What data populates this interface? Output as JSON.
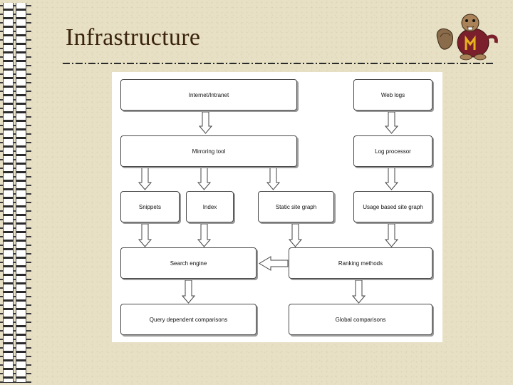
{
  "slide": {
    "title": "Infrastructure"
  },
  "diagram": {
    "nodes": {
      "internet": "Internet/Intranet",
      "weblogs": "Web logs",
      "mirroring": "Mirroring tool",
      "logproc": "Log processor",
      "snippets": "Snippets",
      "index": "Index",
      "static_graph": "Static site graph",
      "usage_graph": "Usage based site graph",
      "search_engine": "Search engine",
      "ranking": "Ranking methods",
      "query_comp": "Query dependent comparisons",
      "global_comp": "Global comparisons"
    }
  },
  "colors": {
    "title": "#3a230f",
    "mascot_maroon": "#7a1f2b",
    "mascot_gold": "#e8b21f"
  }
}
